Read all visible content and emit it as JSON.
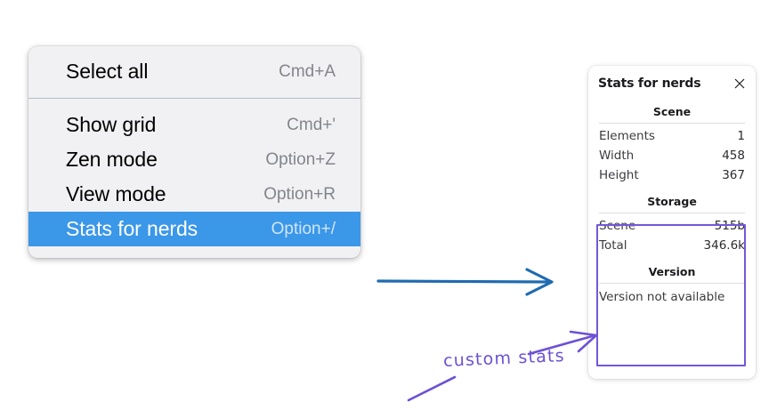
{
  "menu": {
    "groups": [
      {
        "items": [
          {
            "label": "Select all",
            "shortcut": "Cmd+A",
            "selected": false
          }
        ]
      },
      {
        "items": [
          {
            "label": "Show grid",
            "shortcut": "Cmd+'",
            "selected": false
          },
          {
            "label": "Zen mode",
            "shortcut": "Option+Z",
            "selected": false
          },
          {
            "label": "View mode",
            "shortcut": "Option+R",
            "selected": false
          },
          {
            "label": "Stats for nerds",
            "shortcut": "Option+/",
            "selected": true
          }
        ]
      }
    ],
    "highlight_color": "#3b97e8",
    "background_color": "#f1f1f3"
  },
  "stats_panel": {
    "title": "Stats for nerds",
    "close_icon": "close-icon",
    "sections": [
      {
        "heading": "Scene",
        "rows": [
          {
            "label": "Elements",
            "value": "1"
          },
          {
            "label": "Width",
            "value": "458"
          },
          {
            "label": "Height",
            "value": "367"
          }
        ]
      },
      {
        "heading": "Storage",
        "rows": [
          {
            "label": "Scene",
            "value": "515b"
          },
          {
            "label": "Total",
            "value": "346.6k"
          }
        ]
      },
      {
        "heading": "Version",
        "plain": "Version not available"
      }
    ]
  },
  "annotations": {
    "handwritten_label": "custom stats",
    "highlight_color": "#7358d8",
    "arrow_color": "#1f6bb0"
  }
}
